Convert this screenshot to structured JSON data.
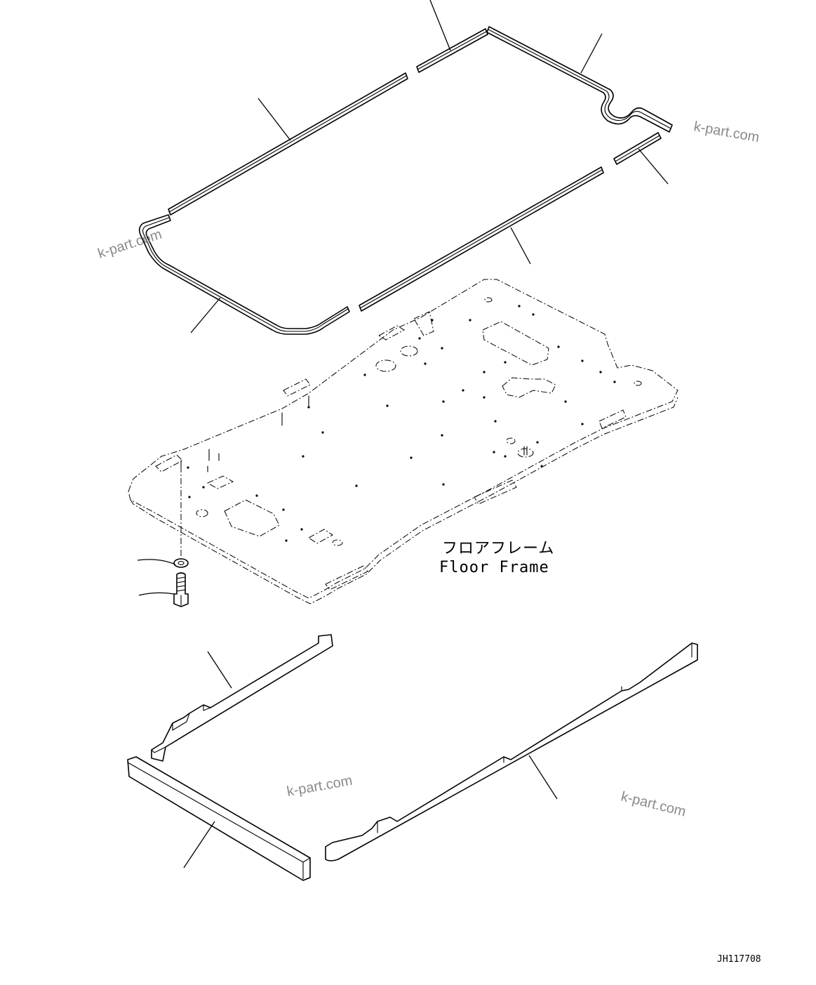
{
  "labels": {
    "floor_frame_jp": "フロアフレーム",
    "floor_frame_en": "Floor Frame",
    "drawing_code": "JH117708"
  },
  "watermarks": [
    "k-part.com",
    "k-part.com",
    "k-part.com",
    "k-part.com"
  ]
}
